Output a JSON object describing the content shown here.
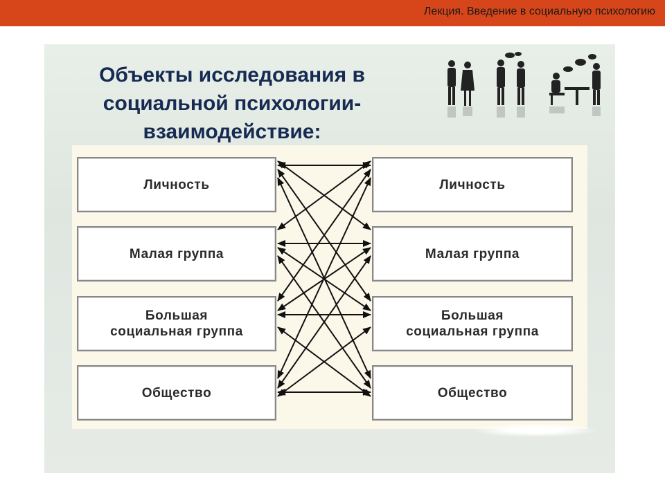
{
  "header": {
    "lecture_title": "Лекция. Введение в социальную психологию"
  },
  "slide": {
    "title_lines": [
      "Объекты исследования в",
      "социальной психологии-",
      "взаимодействие:"
    ]
  },
  "diagram": {
    "left_nodes": [
      "Личность",
      "Малая группа",
      "Большая\nсоциальная группа",
      "Общество"
    ],
    "right_nodes": [
      "Личность",
      "Малая группа",
      "Большая\nсоциальная группа",
      "Общество"
    ],
    "connections": [
      [
        0,
        0
      ],
      [
        0,
        1
      ],
      [
        0,
        2
      ],
      [
        0,
        3
      ],
      [
        1,
        0
      ],
      [
        1,
        1
      ],
      [
        1,
        2
      ],
      [
        1,
        3
      ],
      [
        2,
        0
      ],
      [
        2,
        1
      ],
      [
        2,
        2
      ],
      [
        2,
        3
      ],
      [
        3,
        0
      ],
      [
        3,
        1
      ],
      [
        3,
        2
      ],
      [
        3,
        3
      ]
    ],
    "arrow_type": "bidirectional"
  },
  "colors": {
    "header_bar": "#d6461a",
    "title_text": "#162a52",
    "box_border": "#888888",
    "arrow": "#111111",
    "diagram_bg": "#fbf8ea"
  },
  "icons": [
    "people-talking-silhouettes-icon"
  ]
}
